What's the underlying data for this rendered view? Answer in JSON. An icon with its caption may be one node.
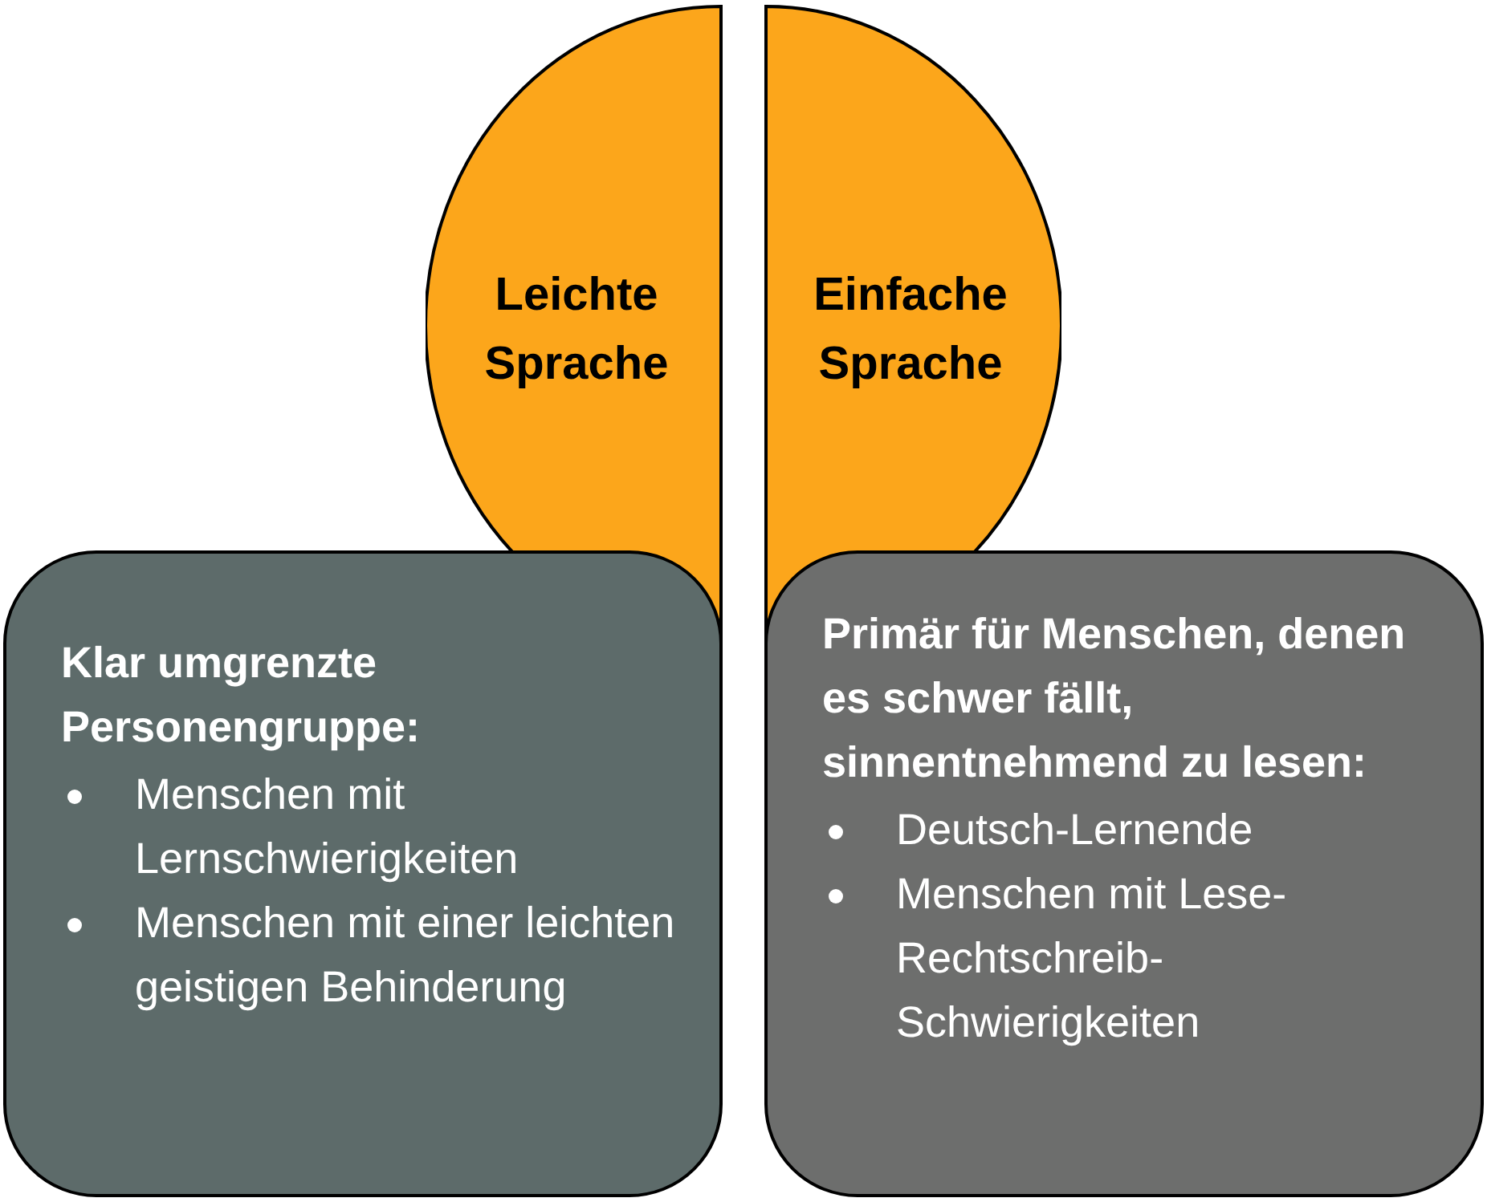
{
  "diagram": {
    "nodes": [
      {
        "text": [
          "Leichte Sprache"
        ]
      },
      {
        "text": [
          "Einfache Sprache"
        ]
      },
      {
        "text": [
          "Klar umgrenzte Personengruppe:",
          "Menschen mit Lernschwierigkeiten",
          "Menschen mit einer leichten geistigen Behinderung"
        ]
      },
      {
        "text": [
          "Primär für Menschen, denen es schwer fällt, sinnentnehmend zu lesen:",
          "Deutsch-Lernende",
          "Menschen mit Lese-Rechtschreib-Schwierigkeiten"
        ]
      }
    ],
    "edges": []
  }
}
